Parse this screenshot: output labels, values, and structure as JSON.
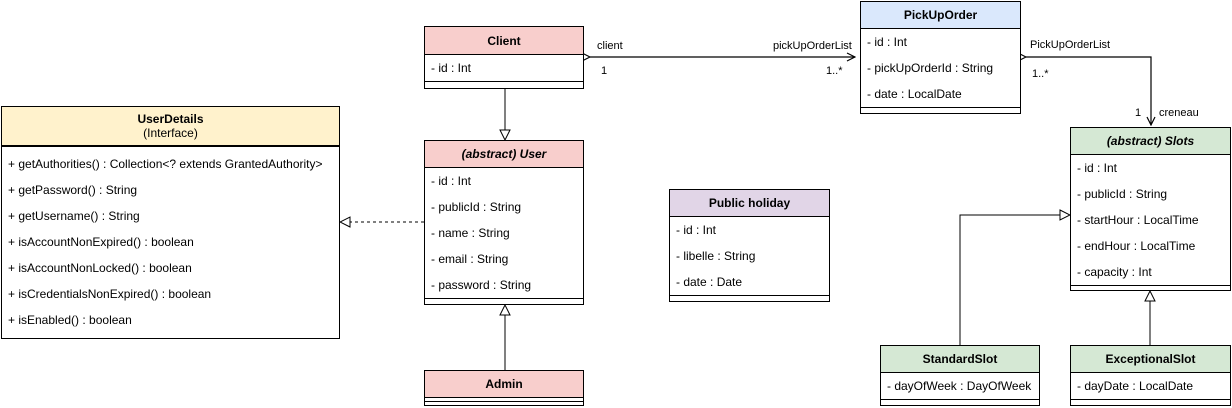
{
  "colors": {
    "red": "#f8cecc",
    "blue": "#dae8fc",
    "yellow": "#fff2cc",
    "purple": "#e1d5e7",
    "green": "#d5e8d4"
  },
  "classes": {
    "client": {
      "title": "Client",
      "attrs": [
        "- id : Int"
      ]
    },
    "pickup": {
      "title": "PickUpOrder",
      "attrs": [
        "- id : Int",
        "- pickUpOrderId : String",
        "- date : LocalDate"
      ]
    },
    "userdetails": {
      "title": "UserDetails",
      "subtitle": "(Interface)",
      "methods": [
        "+ getAuthorities() : Collection<? extends GrantedAuthority>",
        "+ getPassword() : String",
        "+ getUsername() : String",
        "+ isAccountNonExpired() : boolean",
        "+ isAccountNonLocked() : boolean",
        "+ isCredentialsNonExpired() : boolean",
        "+ isEnabled() : boolean"
      ]
    },
    "user": {
      "title": "(abstract) User",
      "attrs": [
        "- id : Int",
        "- publicId : String",
        "- name : String",
        "- email : String",
        "- password : String"
      ]
    },
    "holiday": {
      "title": "Public holiday",
      "attrs": [
        "- id : Int",
        "- libelle : String",
        "- date : Date"
      ]
    },
    "slots": {
      "title": "(abstract) Slots",
      "attrs": [
        "- id : Int",
        "- publicId : String",
        "- startHour : LocalTime",
        "- endHour : LocalTime",
        "- capacity : Int"
      ]
    },
    "admin": {
      "title": "Admin"
    },
    "standard": {
      "title": "StandardSlot",
      "attrs": [
        "- dayOfWeek : DayOfWeek"
      ]
    },
    "exceptional": {
      "title": "ExceptionalSlot",
      "attrs": [
        "- dayDate : LocalDate"
      ]
    }
  },
  "labels": {
    "client": "client",
    "client_mult": "1",
    "pickup_list_1": "pickUpOrderList",
    "pickup_mult_1": "1..*",
    "pickup_list_2": "PickUpOrderList",
    "pickup_mult_2": "1..*",
    "creneau_mult": "1",
    "creneau": "creneau"
  }
}
